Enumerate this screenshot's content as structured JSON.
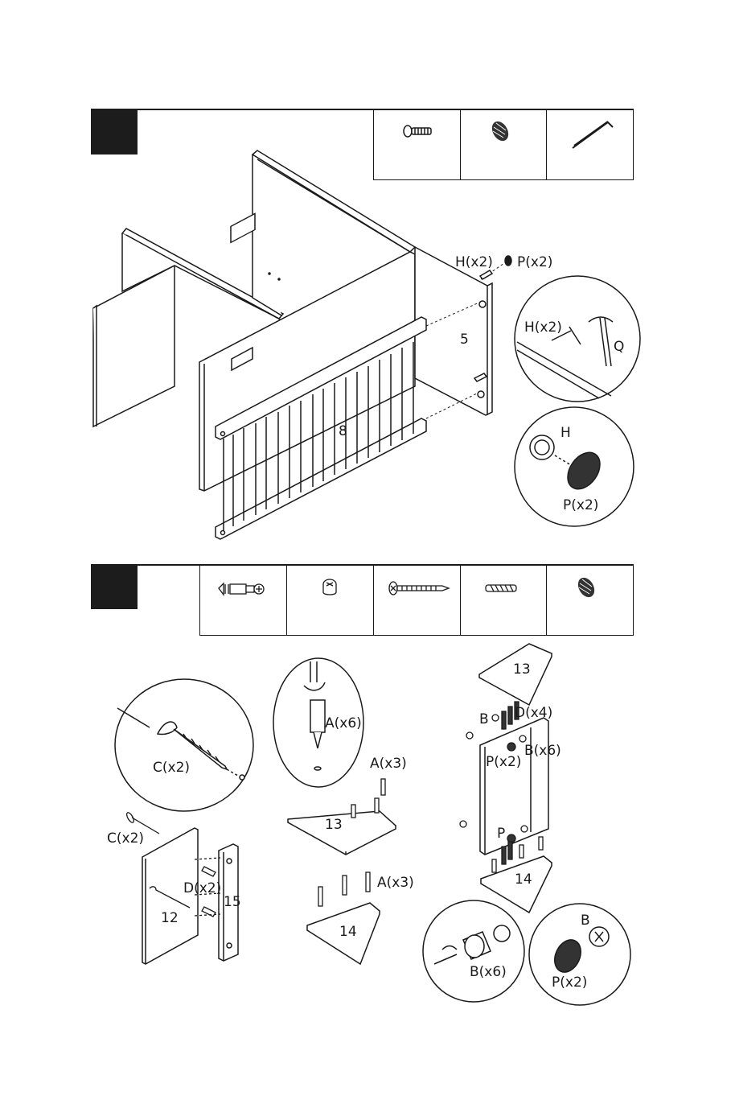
{
  "step1": {
    "hardware_icons": [
      "bolt-icon",
      "cap-icon",
      "allen-key-icon"
    ],
    "labels": {
      "h_x2_top": "H(x2)",
      "p_x2_top": "P(x2)",
      "panel_5": "5",
      "panel_8": "8",
      "detail_h_x2": "H(x2)",
      "detail_q": "Q",
      "detail_h": "H",
      "detail_p_x2": "P(x2)"
    }
  },
  "step2": {
    "hardware_icons": [
      "cam-bolt-icon",
      "cam-lock-icon",
      "wood-screw-icon",
      "dowel-icon",
      "cap-icon"
    ],
    "labels": {
      "c_x2_zoom": "C(x2)",
      "c_x2": "C(x2)",
      "d_x2": "D(x2)",
      "panel_12": "12",
      "panel_15": "15",
      "a_x6": "A(x6)",
      "a_x3_top": "A(x3)",
      "panel_13_left": "13",
      "a_x3_bottom": "A(x3)",
      "panel_14_left": "14",
      "panel_13_right": "13",
      "b_top": "B",
      "d_x4": "D(x4)",
      "p_x2_mid": "P(x2)",
      "b_x6_right": "B(x6)",
      "p_mid": "P",
      "panel_14_right": "14",
      "b_x6_detail": "B(x6)",
      "b_detail": "B",
      "p_x2_detail": "P(x2)"
    }
  }
}
